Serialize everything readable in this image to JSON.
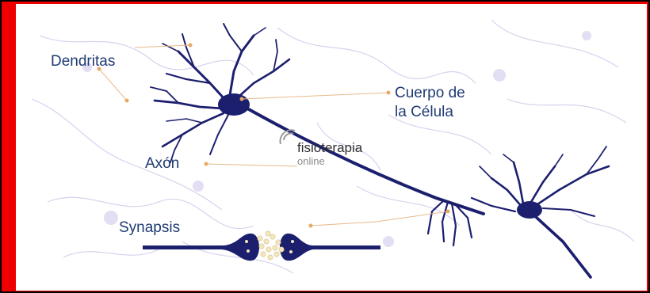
{
  "labels": {
    "dendrites": "Dendritas",
    "cell_body_line1": "Cuerpo de",
    "cell_body_line2": "la Célula",
    "axon": "Axón",
    "synapse": "Synapsis"
  },
  "watermark": {
    "main": "fisioterapia",
    "sub": "online"
  },
  "colors": {
    "frame": "#ee0000",
    "neuron": "#1c1f6e",
    "label_text": "#1f3b73",
    "leader_line": "#e8b98a",
    "background_network": "#cfc8e8"
  }
}
